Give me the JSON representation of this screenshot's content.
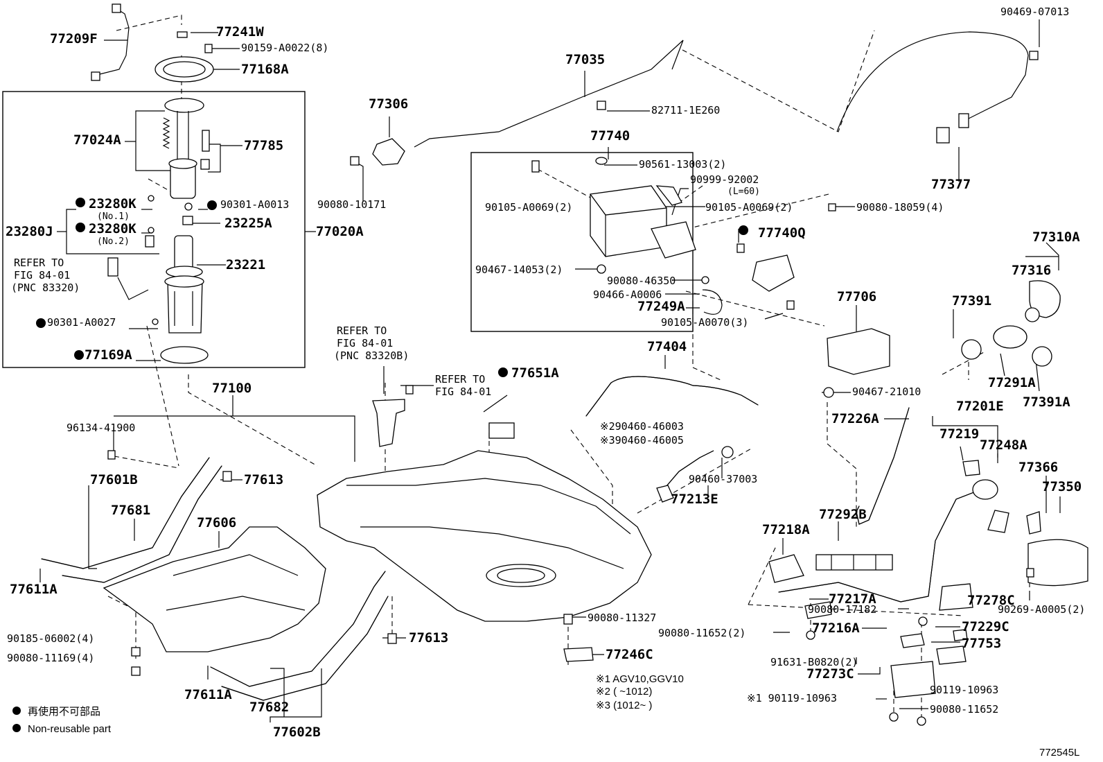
{
  "labels": {
    "p77209F": "77209F",
    "p77241W": "77241W",
    "p90159": "90159-A0022(8)",
    "p77168A": "77168A",
    "p77024A": "77024A",
    "p77785": "77785",
    "p23280K1": "23280K",
    "no1": "(No.1)",
    "p90301a": "90301-A0013",
    "p23280J": "23280J",
    "p23280K2": "23280K",
    "no2": "(No.2)",
    "p23225A": "23225A",
    "p77020A": "77020A",
    "refer_to_1": "REFER TO",
    "fig_1": "FIG 84-01",
    "pnc_1": "(PNC 83320)",
    "p23221": "23221",
    "p90301b": "90301-A0027",
    "p77169A": "77169A",
    "p77306": "77306",
    "p90080_10171": "90080-10171",
    "p77035": "77035",
    "p82711": "82711-1E260",
    "p90469": "90469-07013",
    "p77377": "77377",
    "p77740": "77740",
    "p90561": "90561-13003(2)",
    "p90999": "90999-92002",
    "l60": "(L=60)",
    "p90105a": "90105-A0069(2)",
    "p90105b": "90105-A0069(2)",
    "p90080_18059": "90080-18059(4)",
    "p77740Q": "77740Q",
    "p90467_14053": "90467-14053(2)",
    "p90080_46350": "90080-46350",
    "p90466": "90466-A0006",
    "p77249A": "77249A",
    "p90105_70": "90105-A0070(3)",
    "p77310A": "77310A",
    "p77316": "77316",
    "p77391": "77391",
    "p77706": "77706",
    "p77291A": "77291A",
    "p77391A": "77391A",
    "refer_to_2": "REFER TO",
    "fig_2": "FIG 84-01",
    "pnc_2": "(PNC 83320B)",
    "refer_to_3": "REFER TO",
    "fig_3": "FIG 84-01",
    "p77651A": "77651A",
    "p77404": "77404",
    "p90467_21010": "90467-21010",
    "p77201E": "77201E",
    "p77226A": "77226A",
    "p77219": "77219",
    "p77248A": "77248A",
    "p77100": "77100",
    "p96134": "96134-41900",
    "n2_90460": "※290460-46003",
    "n3_90460": "※390460-46005",
    "p90460_37003": "90460-37003",
    "p77213E": "77213E",
    "p77366": "77366",
    "p77350": "77350",
    "p77601B": "77601B",
    "p77613a": "77613",
    "p77681": "77681",
    "p77606": "77606",
    "p77611A_1": "77611A",
    "p77218A": "77218A",
    "p77292B": "77292B",
    "p77217A": "77217A",
    "p77278C": "77278C",
    "p90080_17182": "90080-17182",
    "p90269": "90269-A0005(2)",
    "p90080_11327": "90080-11327",
    "p90080_11652_2": "90080-11652(2)",
    "p77216A": "77216A",
    "p77229C": "77229C",
    "p77753": "77753",
    "p90185": "90185-06002(4)",
    "p77613b": "77613",
    "p90080_11169": "90080-11169(4)",
    "p77246C": "77246C",
    "p91631": "91631-B0820(2)",
    "p77273C": "77273C",
    "note1": "※1 AGV10,GGV10",
    "note2": "※2 (     ~1012)",
    "note3": "※3 (1012~     )",
    "p77611A_2": "77611A",
    "p77682": "77682",
    "p90119_a": "※1 90119-10963",
    "p90119_b": "90119-10963",
    "p90080_11652": "90080-11652",
    "p77602B": "77602B",
    "legend_jp": "再使用不可部品",
    "legend_en": "Non-reusable part",
    "diagram_id": "772545L"
  }
}
